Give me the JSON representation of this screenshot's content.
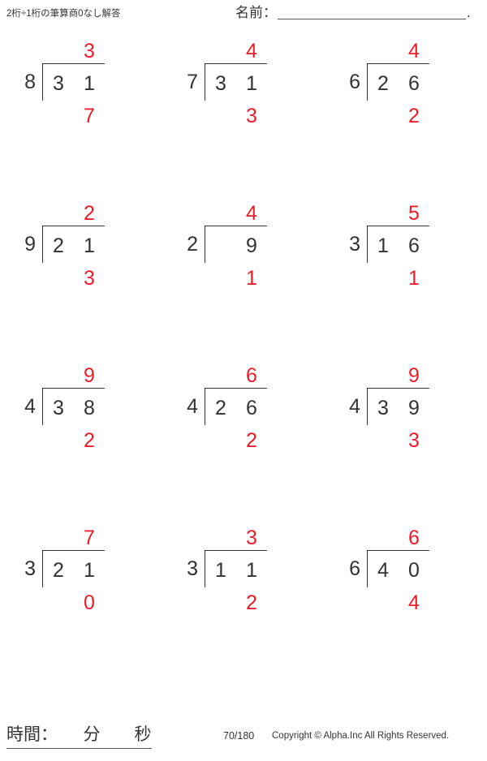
{
  "header": {
    "title": "2桁÷1桁の筆算商0なし解答",
    "name_label": "名前：",
    "name_value": "",
    "name_period": "."
  },
  "colors": {
    "answer_red": "#ee1c25",
    "ink_black": "#333333",
    "rule_gray": "#555555"
  },
  "problems": [
    {
      "divisor": "8",
      "dividend_tens": "3",
      "dividend_ones": "1",
      "quotient_tens": "",
      "quotient_ones": "3",
      "remainder": "7"
    },
    {
      "divisor": "7",
      "dividend_tens": "3",
      "dividend_ones": "1",
      "quotient_tens": "",
      "quotient_ones": "4",
      "remainder": "3"
    },
    {
      "divisor": "6",
      "dividend_tens": "2",
      "dividend_ones": "6",
      "quotient_tens": "",
      "quotient_ones": "4",
      "remainder": "2"
    },
    {
      "divisor": "9",
      "dividend_tens": "2",
      "dividend_ones": "1",
      "quotient_tens": "",
      "quotient_ones": "2",
      "remainder": "3"
    },
    {
      "divisor": "2",
      "dividend_tens": "",
      "dividend_ones": "9",
      "quotient_tens": "",
      "quotient_ones": "4",
      "remainder": "1"
    },
    {
      "divisor": "3",
      "dividend_tens": "1",
      "dividend_ones": "6",
      "quotient_tens": "",
      "quotient_ones": "5",
      "remainder": "1"
    },
    {
      "divisor": "4",
      "dividend_tens": "3",
      "dividend_ones": "8",
      "quotient_tens": "",
      "quotient_ones": "9",
      "remainder": "2"
    },
    {
      "divisor": "4",
      "dividend_tens": "2",
      "dividend_ones": "6",
      "quotient_tens": "",
      "quotient_ones": "6",
      "remainder": "2"
    },
    {
      "divisor": "4",
      "dividend_tens": "3",
      "dividend_ones": "9",
      "quotient_tens": "",
      "quotient_ones": "9",
      "remainder": "3"
    },
    {
      "divisor": "3",
      "dividend_tens": "2",
      "dividend_ones": "1",
      "quotient_tens": "",
      "quotient_ones": "7",
      "remainder": "0"
    },
    {
      "divisor": "3",
      "dividend_tens": "1",
      "dividend_ones": "1",
      "quotient_tens": "",
      "quotient_ones": "3",
      "remainder": "2"
    },
    {
      "divisor": "6",
      "dividend_tens": "4",
      "dividend_ones": "0",
      "quotient_tens": "",
      "quotient_ones": "6",
      "remainder": "4"
    }
  ],
  "footer": {
    "time_label": "時間：　　分　　秒",
    "page_number": "70/180",
    "copyright": "Copyright © Alpha.Inc All Rights Reserved."
  }
}
